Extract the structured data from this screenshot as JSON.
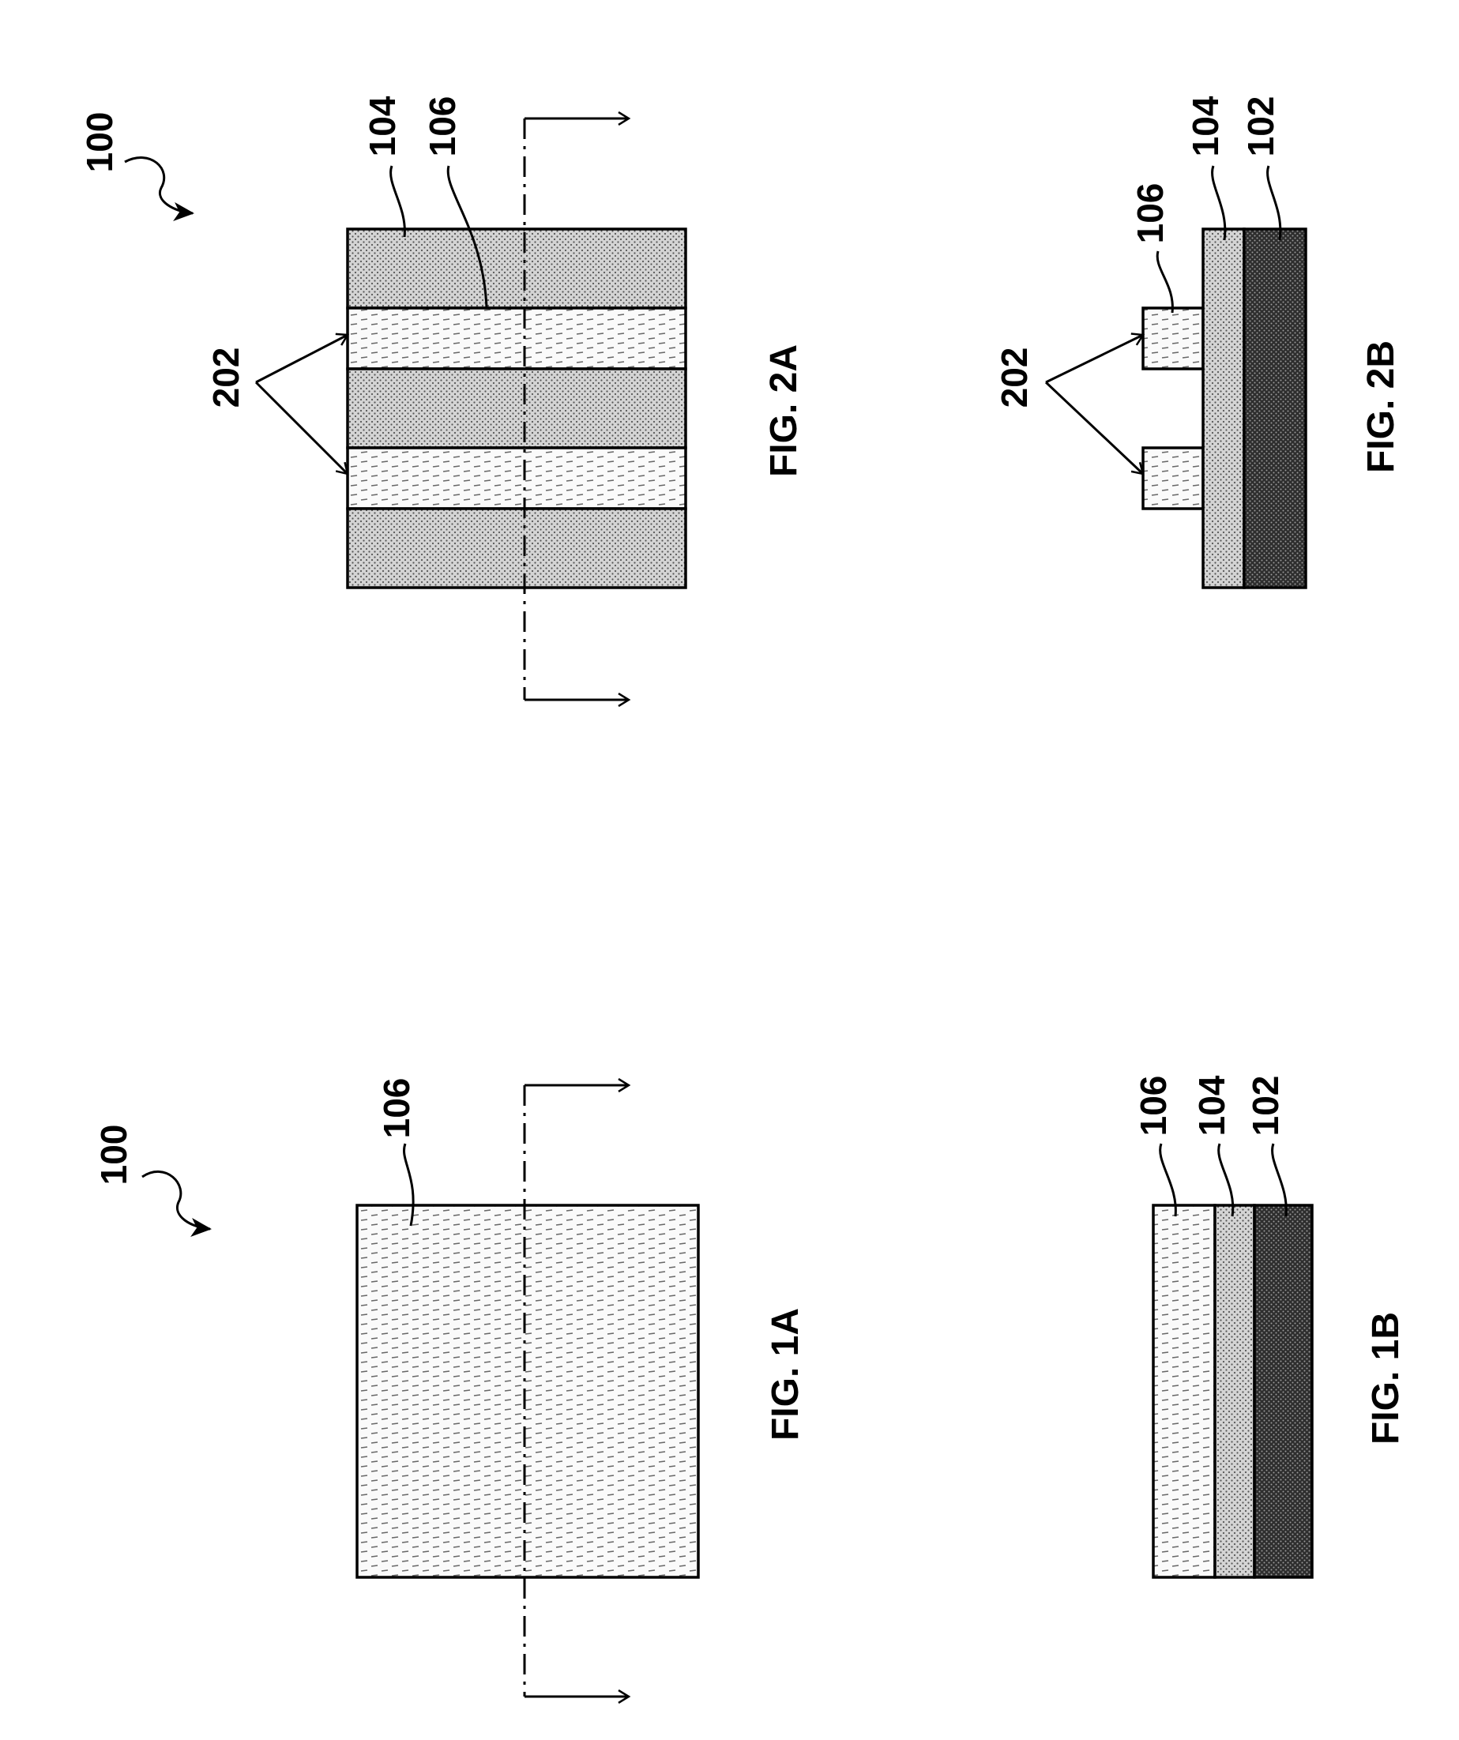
{
  "sheet": {
    "fig1a": {
      "assembly": "100",
      "layer_top": "106",
      "caption": "FIG. 1A"
    },
    "fig1b": {
      "layer_top": "106",
      "layer_mid": "104",
      "layer_sub": "102",
      "caption": "FIG. 1B"
    },
    "fig2a": {
      "assembly": "100",
      "strip_ref": "202",
      "layer_bottom": "104",
      "layer_strip": "106",
      "caption": "FIG. 2A"
    },
    "fig2b": {
      "strip_ref": "202",
      "layer_strip": "106",
      "layer_mid": "104",
      "layer_sub": "102",
      "caption": "FIG. 2B"
    }
  },
  "colors": {
    "ink": "#000000",
    "paper": "#ffffff",
    "sub": "#4a4a4a",
    "mid": "#c9c9c9",
    "top": "#f2f2f2"
  }
}
